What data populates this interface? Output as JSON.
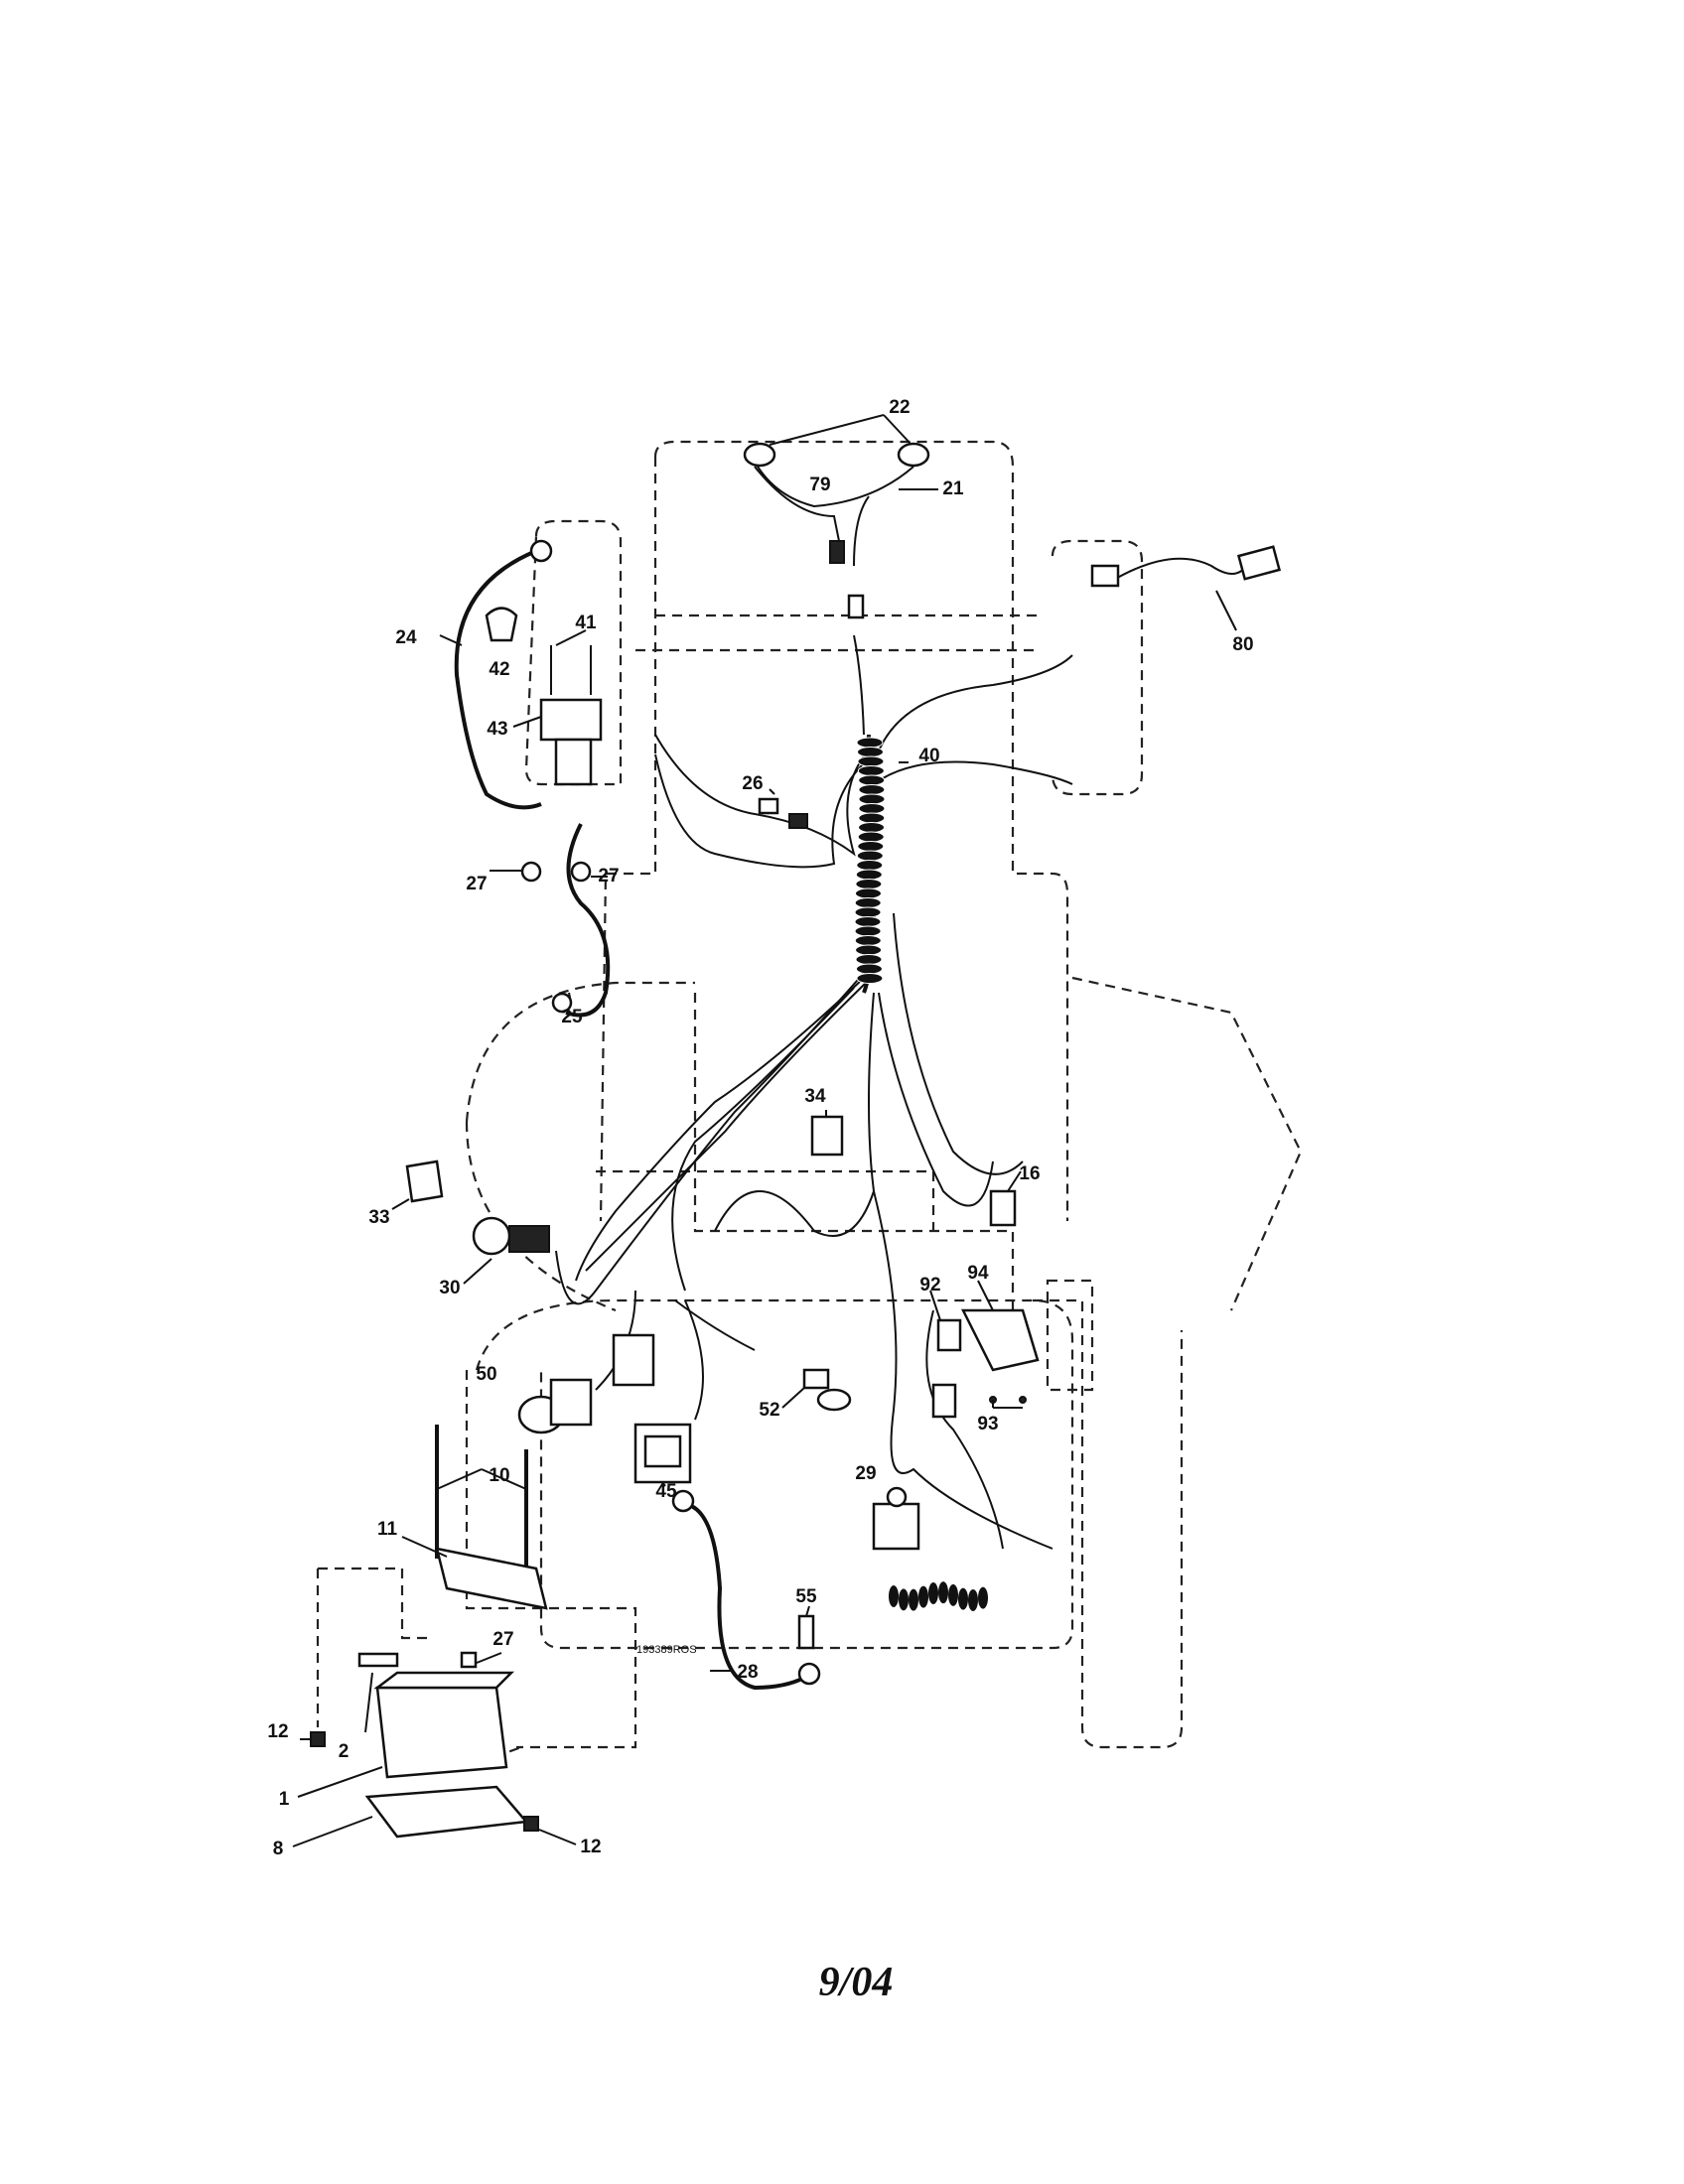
{
  "diagram": {
    "drawing_code": "193389ROS",
    "date_code": "9/04",
    "callouts": [
      "22",
      "79",
      "21",
      "80",
      "24",
      "41",
      "42",
      "43",
      "26",
      "40",
      "27",
      "27",
      "25",
      "34",
      "16",
      "33",
      "30",
      "92",
      "94",
      "50",
      "52",
      "93",
      "10",
      "45",
      "29",
      "11",
      "55",
      "27",
      "28",
      "12",
      "2",
      "1",
      "8",
      "12"
    ]
  }
}
